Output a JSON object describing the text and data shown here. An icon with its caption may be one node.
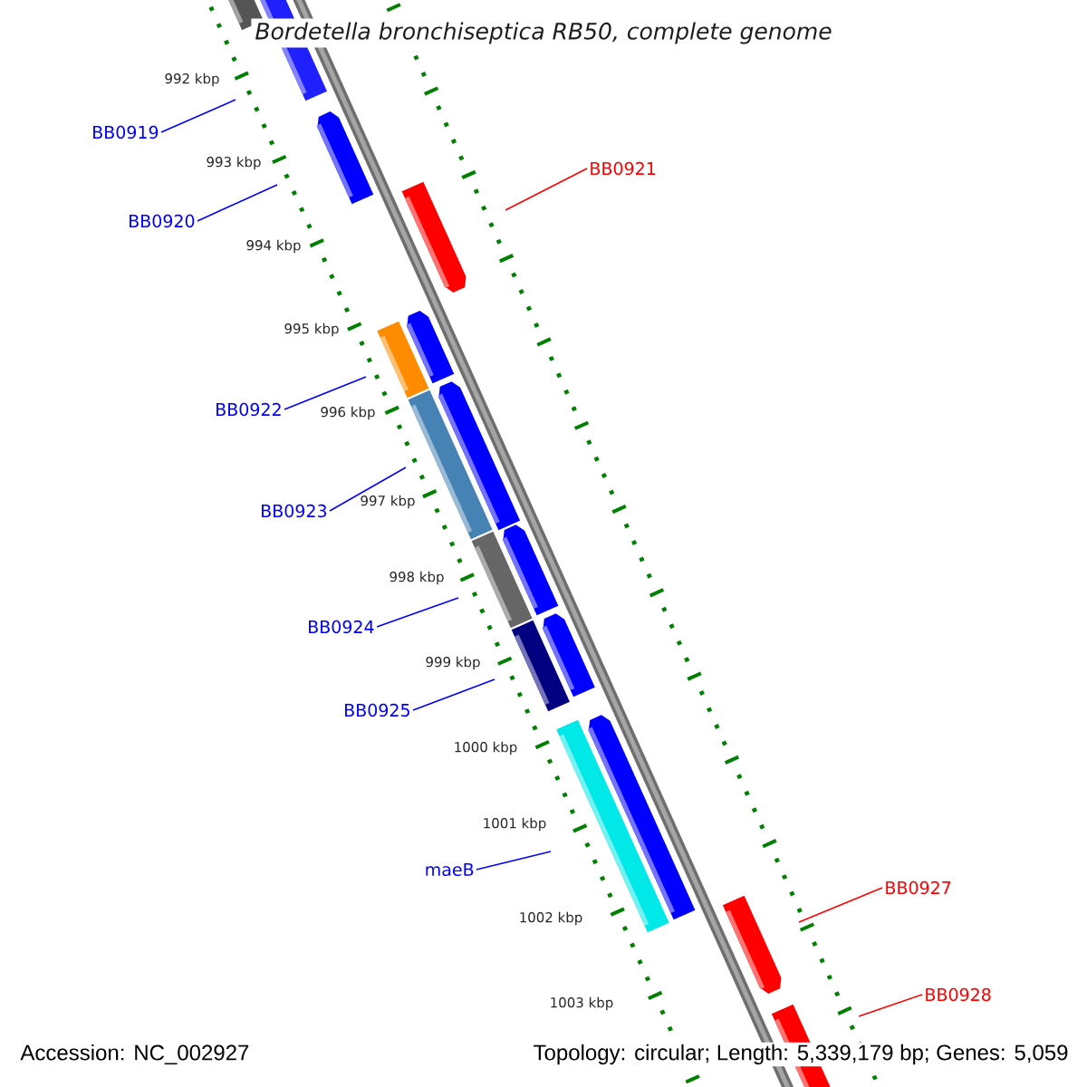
{
  "diagram": {
    "title": "Bordetella bronchiseptica RB50, complete genome",
    "nodes": [
      {
        "text": [
          "BB0919"
        ]
      },
      {
        "text": [
          "BB0920"
        ]
      },
      {
        "text": [
          "BB0921"
        ]
      },
      {
        "text": [
          "BB0922"
        ]
      },
      {
        "text": [
          "BB0923"
        ]
      },
      {
        "text": [
          "BB0924"
        ]
      },
      {
        "text": [
          "BB0925"
        ]
      },
      {
        "text": [
          "maeB"
        ]
      },
      {
        "text": [
          "BB0927"
        ]
      },
      {
        "text": [
          "BB0928"
        ]
      }
    ],
    "edges": [
      {
        "from": 0,
        "to": null,
        "arrow": "none"
      },
      {
        "from": 1,
        "to": null,
        "arrow": "none"
      },
      {
        "from": 2,
        "to": null,
        "arrow": "none",
        "color": "#ff0000"
      },
      {
        "from": 3,
        "to": null,
        "arrow": "none"
      },
      {
        "from": 4,
        "to": null,
        "arrow": "none"
      },
      {
        "from": 5,
        "to": null,
        "arrow": "none"
      },
      {
        "from": 6,
        "to": null,
        "arrow": "none"
      },
      {
        "from": 7,
        "to": null,
        "arrow": "none"
      },
      {
        "from": 8,
        "to": null,
        "arrow": "none",
        "color": "#ff0000"
      },
      {
        "from": 9,
        "to": null,
        "arrow": "none",
        "color": "#ff0000"
      }
    ],
    "labels": [
      "992 kbp",
      "993 kbp",
      "994 kbp",
      "995 kbp",
      "996 kbp",
      "997 kbp",
      "998 kbp",
      "999 kbp",
      "1000 kbp",
      "1001 kbp",
      "1002 kbp",
      "1003 kbp",
      "Accession: NC_002927",
      "Topology: circular; Length: 5,339,179 bp; Genes: 5,059"
    ]
  }
}
